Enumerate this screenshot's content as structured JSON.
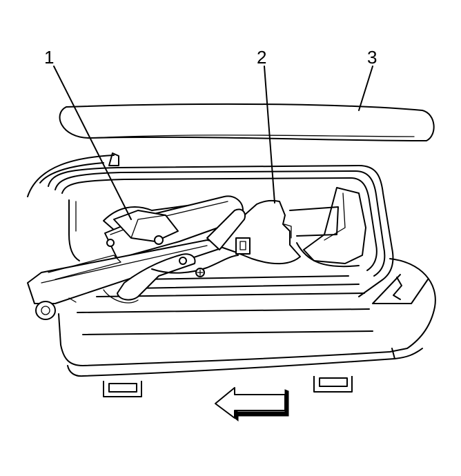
{
  "callouts": [
    {
      "label": "1"
    },
    {
      "label": "2"
    },
    {
      "label": "3"
    }
  ],
  "icons": {
    "direction_arrow": "arrow-left-icon"
  }
}
